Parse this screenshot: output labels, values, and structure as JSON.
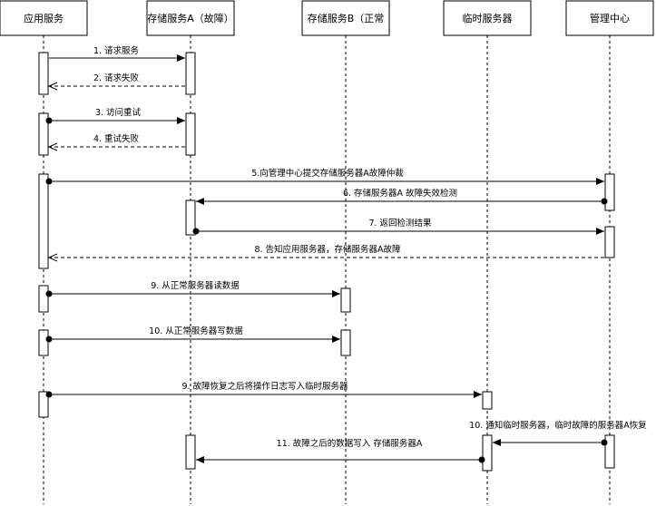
{
  "participants": [
    {
      "id": "app",
      "label": "应用服务"
    },
    {
      "id": "storeA",
      "label": "存储服务A（故障）"
    },
    {
      "id": "storeB",
      "label": "存储服务B（正常"
    },
    {
      "id": "temp",
      "label": "临时服务器"
    },
    {
      "id": "mgmt",
      "label": "管理中心"
    }
  ],
  "messages": [
    {
      "label": "1. 请求服务",
      "from": "app",
      "to": "storeA",
      "kind": "sync"
    },
    {
      "label": "2. 请求失败",
      "from": "storeA",
      "to": "app",
      "kind": "return"
    },
    {
      "label": "3. 访问重试",
      "from": "app",
      "to": "storeA",
      "kind": "sync-dot"
    },
    {
      "label": "4. 重试失败",
      "from": "storeA",
      "to": "app",
      "kind": "return"
    },
    {
      "label": "5.向管理中心提交存储服务器A故障仲裁",
      "from": "app",
      "to": "mgmt",
      "kind": "sync-dot"
    },
    {
      "label": "6. 存储服务器A 故障失效检测",
      "from": "mgmt",
      "to": "storeA",
      "kind": "sync-dot"
    },
    {
      "label": "7. 返回检测结果",
      "from": "storeA",
      "to": "mgmt",
      "kind": "sync-dot"
    },
    {
      "label": "8. 告知应用服务器，存储服务器A故障",
      "from": "mgmt",
      "to": "app",
      "kind": "return"
    },
    {
      "label": "9. 从正常服务器读数据",
      "from": "app",
      "to": "storeB",
      "kind": "sync-dot"
    },
    {
      "label": "10. 从正常服务器写数据",
      "from": "app",
      "to": "storeB",
      "kind": "sync-dot"
    },
    {
      "label": "9. 故障恢复之后将操作日志写入临时服务器",
      "from": "app",
      "to": "temp",
      "kind": "sync-dot"
    },
    {
      "label": "10. 通知临时服务器，临时故障的服务器A恢复",
      "from": "mgmt",
      "to": "temp",
      "kind": "sync-dot"
    },
    {
      "label": "11. 故障之后的数据写入 存储服务器A",
      "from": "temp",
      "to": "storeA",
      "kind": "sync-dot"
    }
  ]
}
